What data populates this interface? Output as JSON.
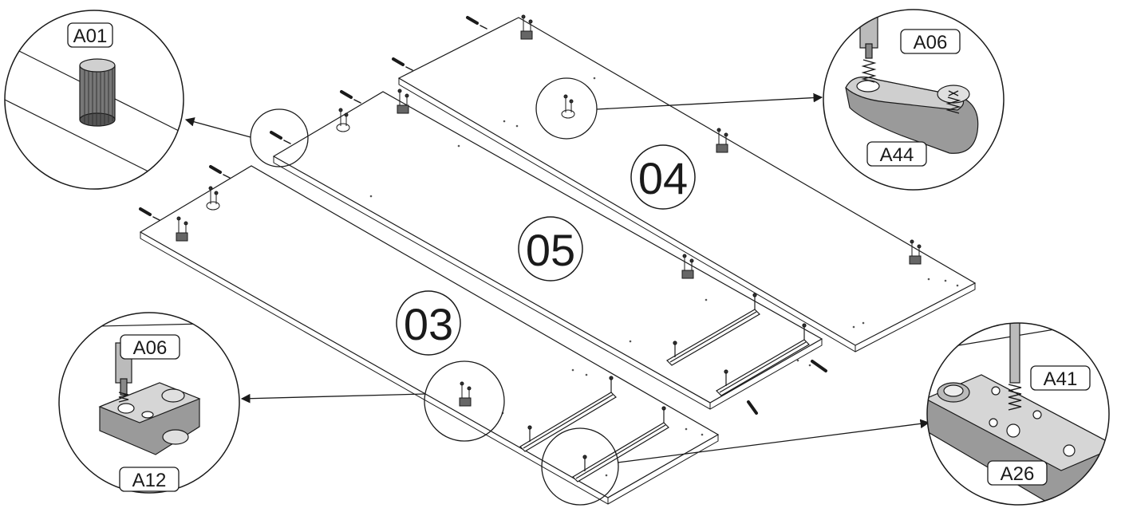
{
  "panels": [
    {
      "id": "04",
      "label": "04"
    },
    {
      "id": "05",
      "label": "05"
    },
    {
      "id": "03",
      "label": "03"
    }
  ],
  "callouts": {
    "dowel": {
      "part": "A01"
    },
    "shelf_support": {
      "screw": "A06",
      "part": "A44"
    },
    "hinge_plate": {
      "screw": "A06",
      "part": "A12"
    },
    "drawer_runner": {
      "screw": "A41",
      "part": "A26"
    }
  },
  "colors": {
    "line": "#1a1a1a",
    "panel_fill": "#ffffff",
    "part_shade": "#8a8a8a",
    "part_light": "#c8c8c8"
  }
}
